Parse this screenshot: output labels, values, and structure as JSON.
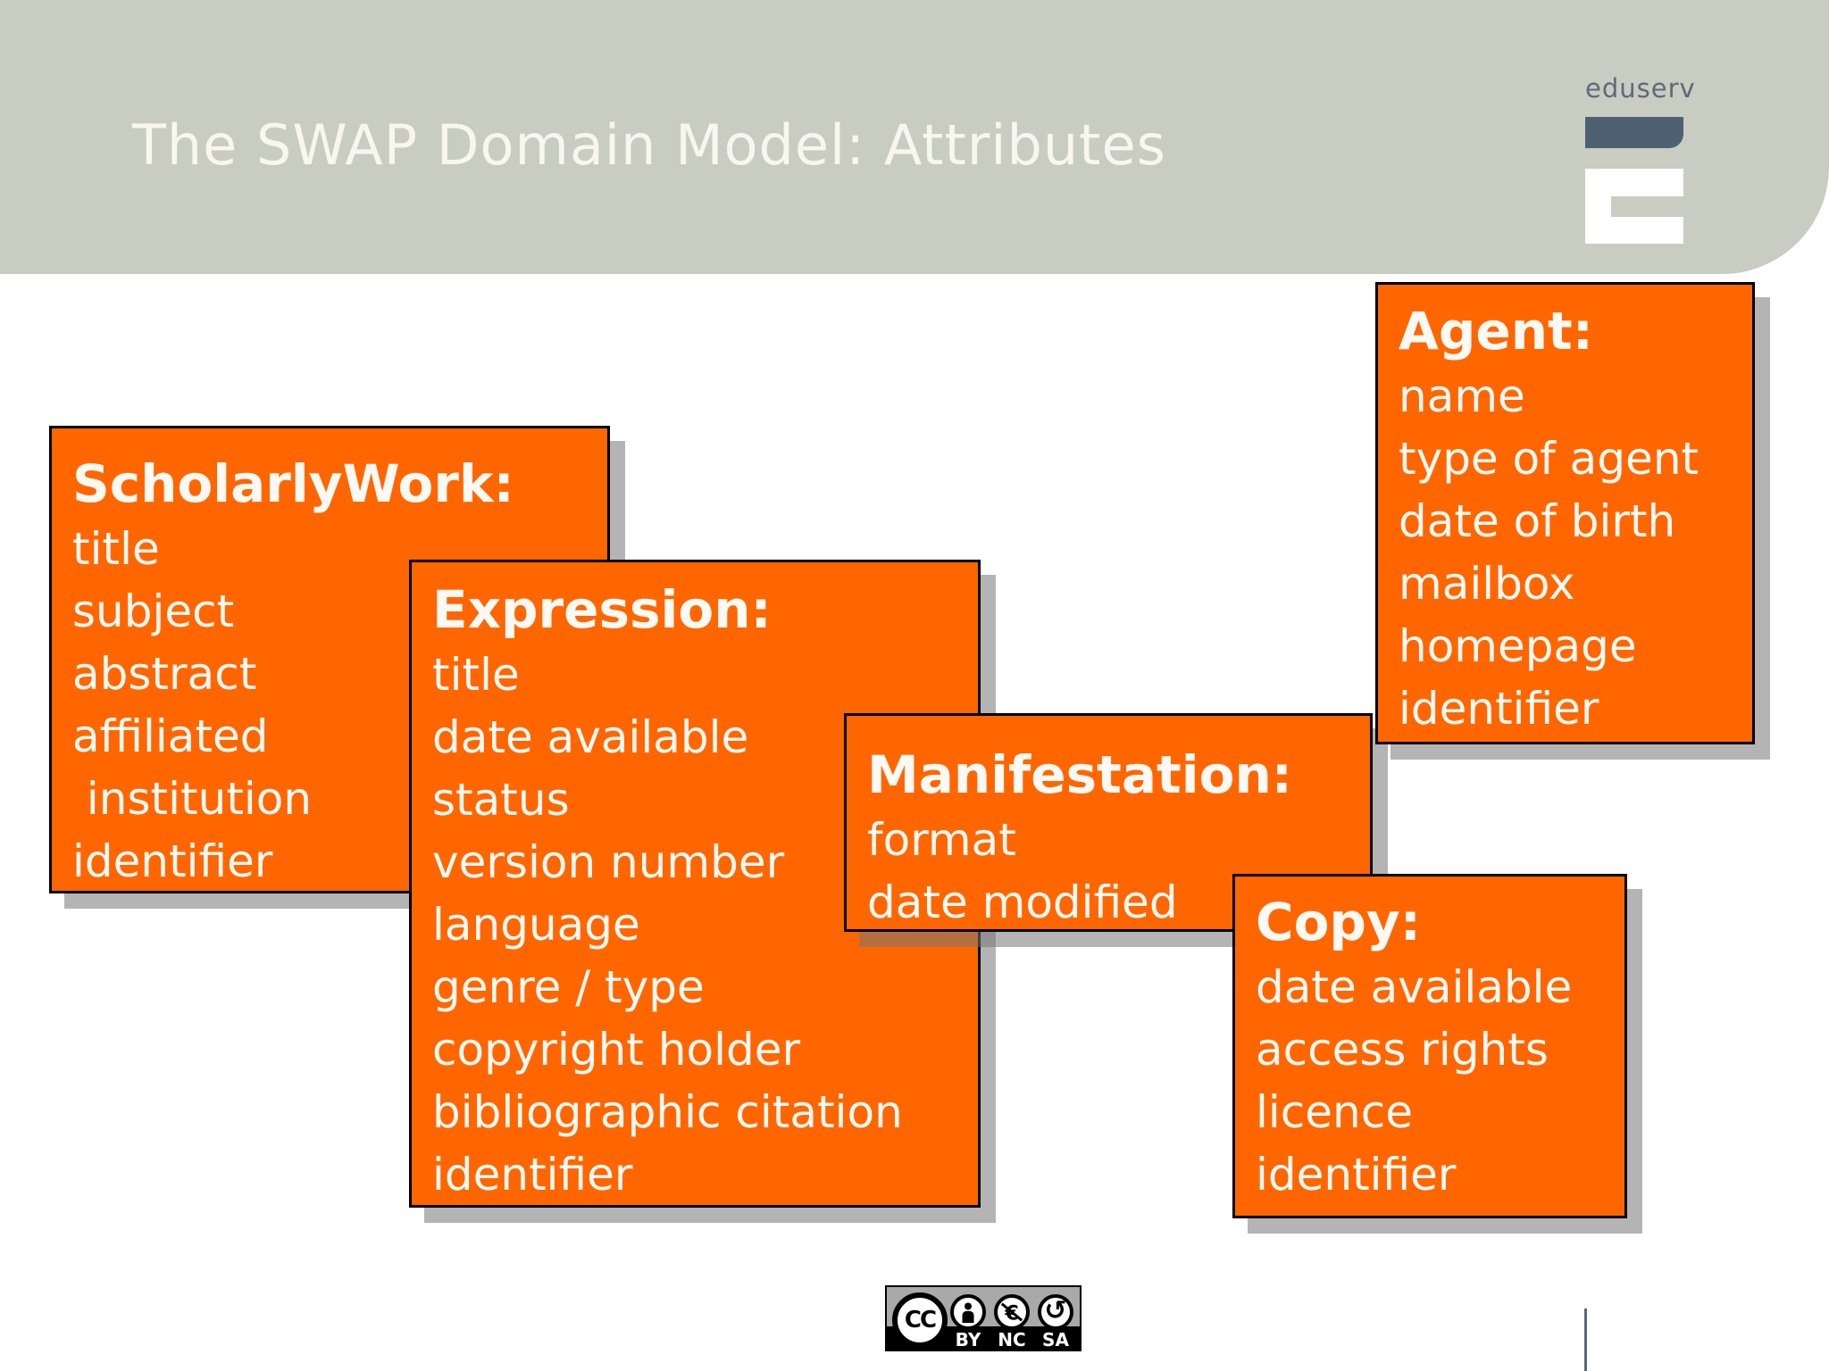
{
  "slide": {
    "title": "The SWAP Domain Model: Attributes"
  },
  "logo": {
    "text": "eduserv"
  },
  "boxes": [
    {
      "heading": "ScholarlyWork:",
      "items": [
        "title",
        "subject",
        "abstract",
        "affiliated",
        " institution",
        "identifier"
      ]
    },
    {
      "heading": "Expression:",
      "items": [
        "title",
        "date available",
        "status",
        "version number",
        "language",
        "genre / type",
        "copyright holder",
        "bibliographic citation",
        "identifier"
      ]
    },
    {
      "heading": "Manifestation:",
      "items": [
        "format",
        "date modified"
      ]
    },
    {
      "heading": "Copy:",
      "items": [
        "date available",
        "access rights",
        "licence",
        "identifier"
      ]
    },
    {
      "heading": "Agent:",
      "items": [
        "name",
        "type of agent",
        "date of birth",
        "mailbox",
        "homepage",
        "identifier"
      ]
    }
  ],
  "cc_badge": {
    "cc": "CC",
    "labels": [
      "BY",
      "NC",
      "SA"
    ],
    "nc_symbol": "€",
    "sa_symbol": "↺"
  },
  "colors": {
    "box_orange": "#ff6600",
    "band_gray": "#c9ccc1",
    "logo_slate": "#4e6173",
    "shadow_gray": "#b4b4b4",
    "title_white": "#f8f6ef"
  }
}
